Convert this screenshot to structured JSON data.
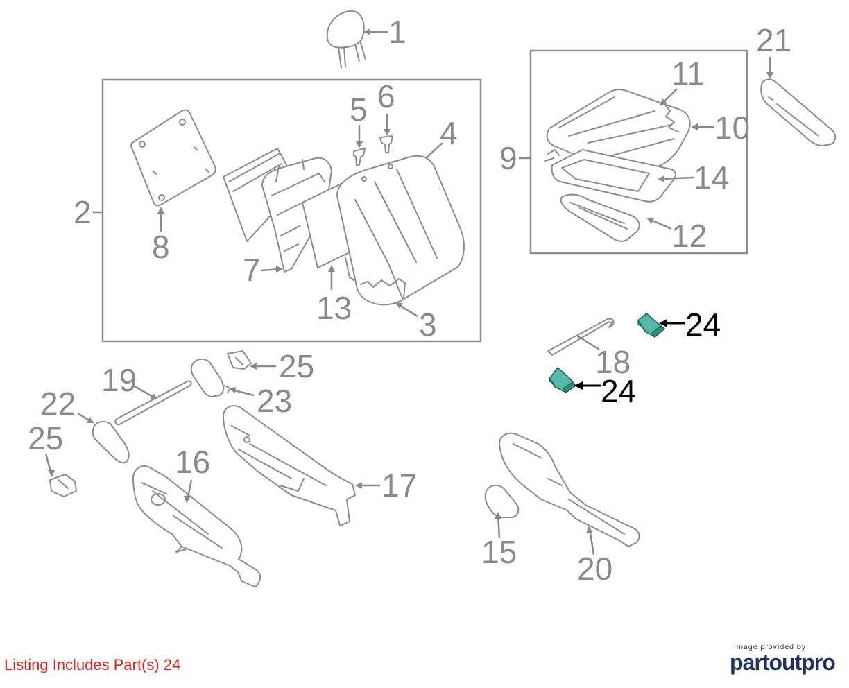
{
  "diagram": {
    "callouts": [
      {
        "id": "1",
        "highlighted": false
      },
      {
        "id": "2",
        "highlighted": false
      },
      {
        "id": "3",
        "highlighted": false
      },
      {
        "id": "4",
        "highlighted": false
      },
      {
        "id": "5",
        "highlighted": false
      },
      {
        "id": "6",
        "highlighted": false
      },
      {
        "id": "7",
        "highlighted": false
      },
      {
        "id": "8",
        "highlighted": false
      },
      {
        "id": "9",
        "highlighted": false
      },
      {
        "id": "10",
        "highlighted": false
      },
      {
        "id": "11",
        "highlighted": false
      },
      {
        "id": "12",
        "highlighted": false
      },
      {
        "id": "13",
        "highlighted": false
      },
      {
        "id": "14",
        "highlighted": false
      },
      {
        "id": "15",
        "highlighted": false
      },
      {
        "id": "16",
        "highlighted": false
      },
      {
        "id": "17",
        "highlighted": false
      },
      {
        "id": "18",
        "highlighted": false
      },
      {
        "id": "19",
        "highlighted": false
      },
      {
        "id": "20",
        "highlighted": false
      },
      {
        "id": "21",
        "highlighted": false
      },
      {
        "id": "22",
        "highlighted": false
      },
      {
        "id": "23",
        "highlighted": false
      },
      {
        "id": "24",
        "highlighted": true
      },
      {
        "id": "24",
        "highlighted": true
      },
      {
        "id": "25",
        "highlighted": false
      },
      {
        "id": "25",
        "highlighted": false
      }
    ],
    "colors": {
      "line": "#8c8c8c",
      "callout": "#8a8a8a",
      "highlight_fill": "#54b9a8",
      "highlight_callout": "#000000"
    }
  },
  "listing": {
    "text": "Listing Includes Part(s) 24",
    "color": "#e0201a"
  },
  "branding": {
    "credit": "Image provided by",
    "logo": "partoutpro",
    "logo_color": "#1e3260"
  }
}
